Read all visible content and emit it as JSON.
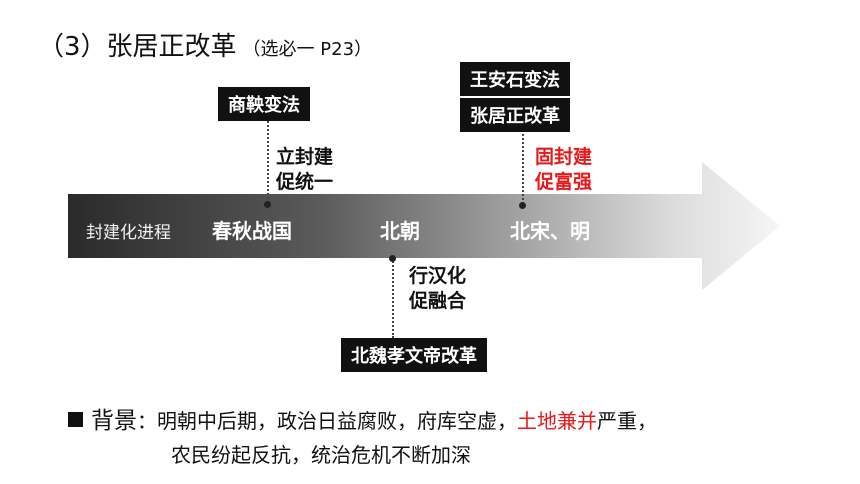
{
  "title": {
    "main": "（3）张居正改革",
    "sub": "（选必一 P23）"
  },
  "arrow": {
    "label": "封建化进程",
    "eras": [
      "春秋战国",
      "北朝",
      "北宋、明"
    ]
  },
  "top_events": {
    "shang": "商鞅变法",
    "wang": "王安石变法",
    "zhang": "张居正改革"
  },
  "bottom_events": {
    "wei": "北魏孝文帝改革"
  },
  "notes": {
    "shang": [
      "立封建",
      "促统一"
    ],
    "song_ming": [
      "固封建",
      "促富强"
    ],
    "wei": [
      "行汉化",
      "促融合"
    ]
  },
  "background": {
    "label": "背景",
    "colon": "：",
    "part1": "明朝中后期，政治日益腐败，府库空虚，",
    "highlight": "土地兼并",
    "part2": "严重，",
    "line2": "农民纷起反抗，统治危机不断加深"
  },
  "colors": {
    "highlight": "#e8191b",
    "arrow_start": "#2a2a2a",
    "arrow_end": "#f4f4f4"
  }
}
